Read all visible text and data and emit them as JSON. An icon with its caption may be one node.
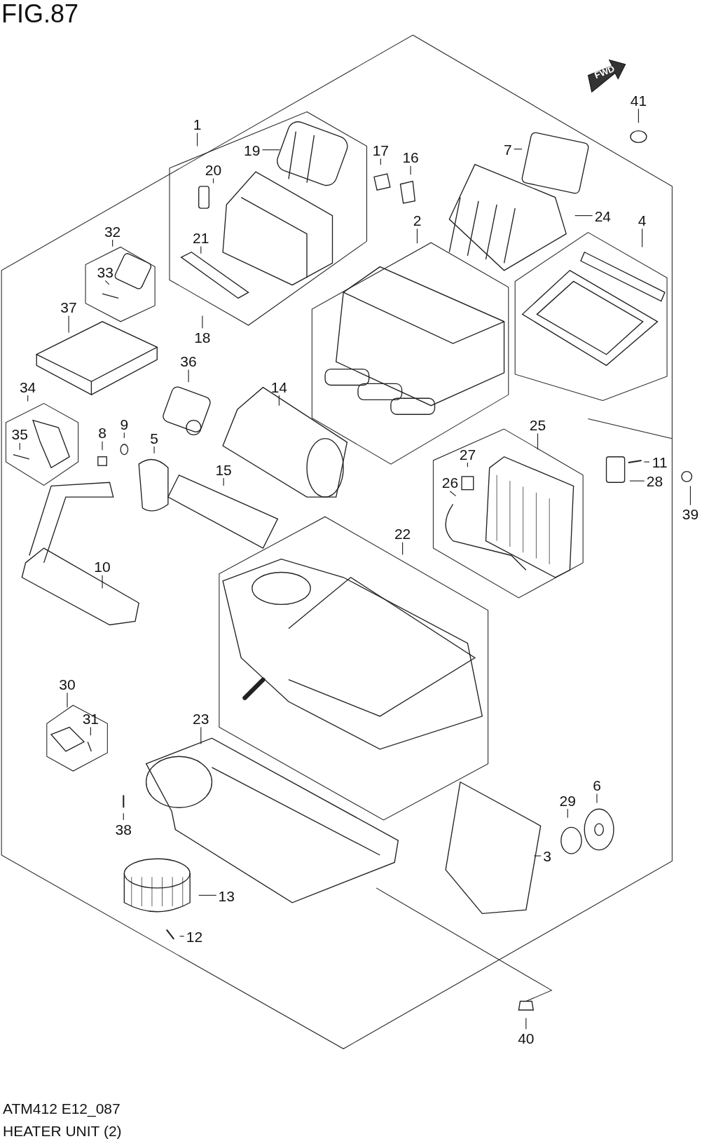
{
  "diagram": {
    "title": "FIG.87",
    "nodes": [
      {
        "text": [
          "1"
        ]
      },
      {
        "text": [
          "19"
        ]
      },
      {
        "text": [
          "20"
        ]
      },
      {
        "text": [
          "17"
        ]
      },
      {
        "text": [
          "16"
        ]
      },
      {
        "text": [
          "7"
        ]
      },
      {
        "text": [
          "41"
        ]
      },
      {
        "text": [
          "24"
        ]
      },
      {
        "text": [
          "2"
        ]
      },
      {
        "text": [
          "4"
        ]
      },
      {
        "text": [
          "32"
        ]
      },
      {
        "text": [
          "33"
        ]
      },
      {
        "text": [
          "21"
        ]
      },
      {
        "text": [
          "37"
        ]
      },
      {
        "text": [
          "18"
        ]
      },
      {
        "text": [
          "36"
        ]
      },
      {
        "text": [
          "34"
        ]
      },
      {
        "text": [
          "14"
        ]
      },
      {
        "text": [
          "25"
        ]
      },
      {
        "text": [
          "8"
        ]
      },
      {
        "text": [
          "9"
        ]
      },
      {
        "text": [
          "5"
        ]
      },
      {
        "text": [
          "35"
        ]
      },
      {
        "text": [
          "27"
        ]
      },
      {
        "text": [
          "26"
        ]
      },
      {
        "text": [
          "11"
        ]
      },
      {
        "text": [
          "28"
        ]
      },
      {
        "text": [
          "15"
        ]
      },
      {
        "text": [
          "39"
        ]
      },
      {
        "text": [
          "22"
        ]
      },
      {
        "text": [
          "10"
        ]
      },
      {
        "text": [
          "30"
        ]
      },
      {
        "text": [
          "31"
        ]
      },
      {
        "text": [
          "23"
        ]
      },
      {
        "text": [
          "6"
        ]
      },
      {
        "text": [
          "29"
        ]
      },
      {
        "text": [
          "3"
        ]
      },
      {
        "text": [
          "38"
        ]
      },
      {
        "text": [
          "13"
        ]
      },
      {
        "text": [
          "12"
        ]
      },
      {
        "text": [
          "40"
        ]
      }
    ],
    "edges": [
      {
        "from": 0,
        "to": null,
        "arrow": "none"
      },
      {
        "from": 1,
        "to": null,
        "arrow": "none"
      },
      {
        "from": 2,
        "to": null,
        "arrow": "none"
      },
      {
        "from": 3,
        "to": null,
        "arrow": "none"
      },
      {
        "from": 4,
        "to": null,
        "arrow": "none"
      },
      {
        "from": 5,
        "to": null,
        "arrow": "none"
      },
      {
        "from": 6,
        "to": null,
        "arrow": "none"
      },
      {
        "from": 7,
        "to": null,
        "arrow": "none"
      },
      {
        "from": 8,
        "to": null,
        "arrow": "none"
      },
      {
        "from": 9,
        "to": null,
        "arrow": "none"
      },
      {
        "from": 10,
        "to": null,
        "arrow": "none"
      },
      {
        "from": 11,
        "to": null,
        "arrow": "none"
      },
      {
        "from": 12,
        "to": null,
        "arrow": "none"
      },
      {
        "from": 13,
        "to": null,
        "arrow": "none"
      },
      {
        "from": 14,
        "to": null,
        "arrow": "none"
      },
      {
        "from": 15,
        "to": null,
        "arrow": "none"
      },
      {
        "from": 16,
        "to": null,
        "arrow": "none"
      },
      {
        "from": 17,
        "to": null,
        "arrow": "none"
      },
      {
        "from": 18,
        "to": null,
        "arrow": "none"
      },
      {
        "from": 19,
        "to": null,
        "arrow": "none"
      },
      {
        "from": 20,
        "to": null,
        "arrow": "none"
      },
      {
        "from": 21,
        "to": null,
        "arrow": "none"
      },
      {
        "from": 22,
        "to": null,
        "arrow": "none"
      },
      {
        "from": 23,
        "to": null,
        "arrow": "none"
      },
      {
        "from": 24,
        "to": null,
        "arrow": "none"
      },
      {
        "from": 25,
        "to": null,
        "arrow": "none"
      },
      {
        "from": 26,
        "to": null,
        "arrow": "none"
      },
      {
        "from": 27,
        "to": null,
        "arrow": "none"
      },
      {
        "from": 28,
        "to": null,
        "arrow": "none"
      },
      {
        "from": 29,
        "to": null,
        "arrow": "none"
      },
      {
        "from": 30,
        "to": null,
        "arrow": "none"
      },
      {
        "from": 31,
        "to": null,
        "arrow": "none"
      },
      {
        "from": 32,
        "to": null,
        "arrow": "none"
      },
      {
        "from": 33,
        "to": null,
        "arrow": "none"
      },
      {
        "from": 34,
        "to": null,
        "arrow": "none"
      },
      {
        "from": 35,
        "to": null,
        "arrow": "none"
      },
      {
        "from": 36,
        "to": null,
        "arrow": "none"
      },
      {
        "from": 37,
        "to": null,
        "arrow": "none"
      },
      {
        "from": 38,
        "to": null,
        "arrow": "none"
      },
      {
        "from": 39,
        "to": null,
        "arrow": "none"
      },
      {
        "from": 40,
        "to": null,
        "arrow": "none"
      }
    ],
    "labels": [
      "FWD",
      "ATM412 E12_087",
      "HEATER UNIT (2)"
    ]
  }
}
